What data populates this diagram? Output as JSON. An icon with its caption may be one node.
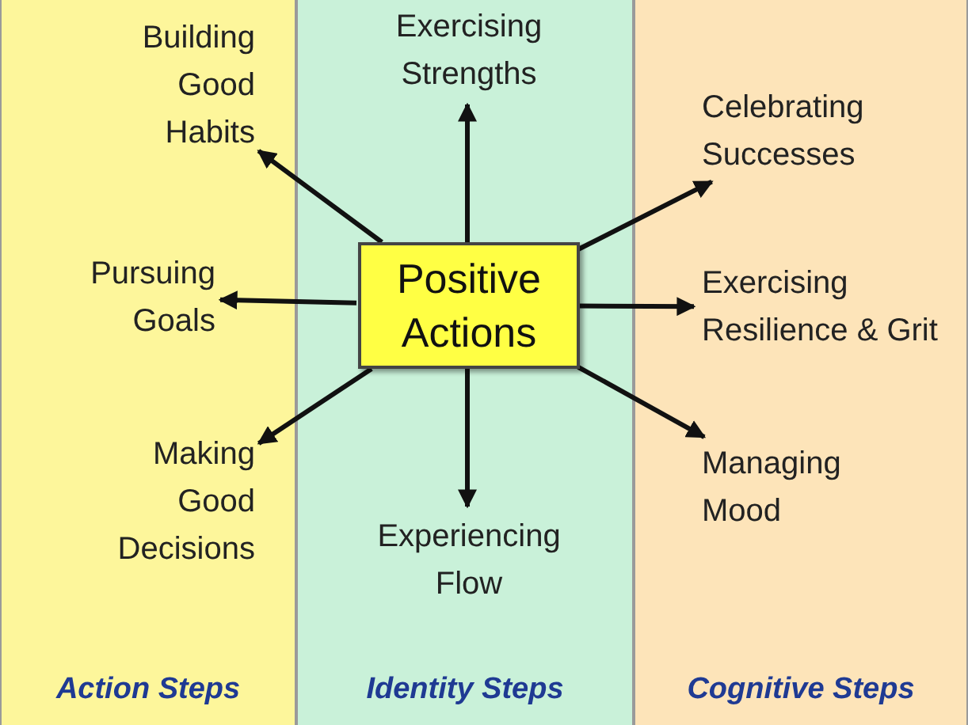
{
  "diagram": {
    "nodes": [
      {
        "text": [
          "Action Steps"
        ]
      },
      {
        "text": [
          "Identity Steps"
        ]
      },
      {
        "text": [
          "Cognitive Steps"
        ]
      },
      {
        "text": [
          "Positive Actions"
        ],
        "in": 1
      },
      {
        "text": [
          "Building Good Habits"
        ],
        "in": 0
      },
      {
        "text": [
          "Exercising Strengths"
        ],
        "in": 1
      },
      {
        "text": [
          "Celebrating Successes"
        ],
        "in": 2
      },
      {
        "text": [
          "Pursuing Goals"
        ],
        "in": 0
      },
      {
        "text": [
          "Exercising Resilience & Grit"
        ],
        "in": 2
      },
      {
        "text": [
          "Making Good Decisions"
        ],
        "in": 0
      },
      {
        "text": [
          "Experiencing Flow"
        ],
        "in": 1
      },
      {
        "text": [
          "Managing Mood"
        ],
        "in": 2
      }
    ],
    "edges": [
      {
        "from": 3,
        "to": 4,
        "arrow": "to"
      },
      {
        "from": 3,
        "to": 5,
        "arrow": "to"
      },
      {
        "from": 3,
        "to": 6,
        "arrow": "to"
      },
      {
        "from": 3,
        "to": 7,
        "arrow": "to"
      },
      {
        "from": 3,
        "to": 8,
        "arrow": "to"
      },
      {
        "from": 3,
        "to": 9,
        "arrow": "to"
      },
      {
        "from": 3,
        "to": 10,
        "arrow": "to"
      },
      {
        "from": 3,
        "to": 11,
        "arrow": "to"
      }
    ]
  }
}
